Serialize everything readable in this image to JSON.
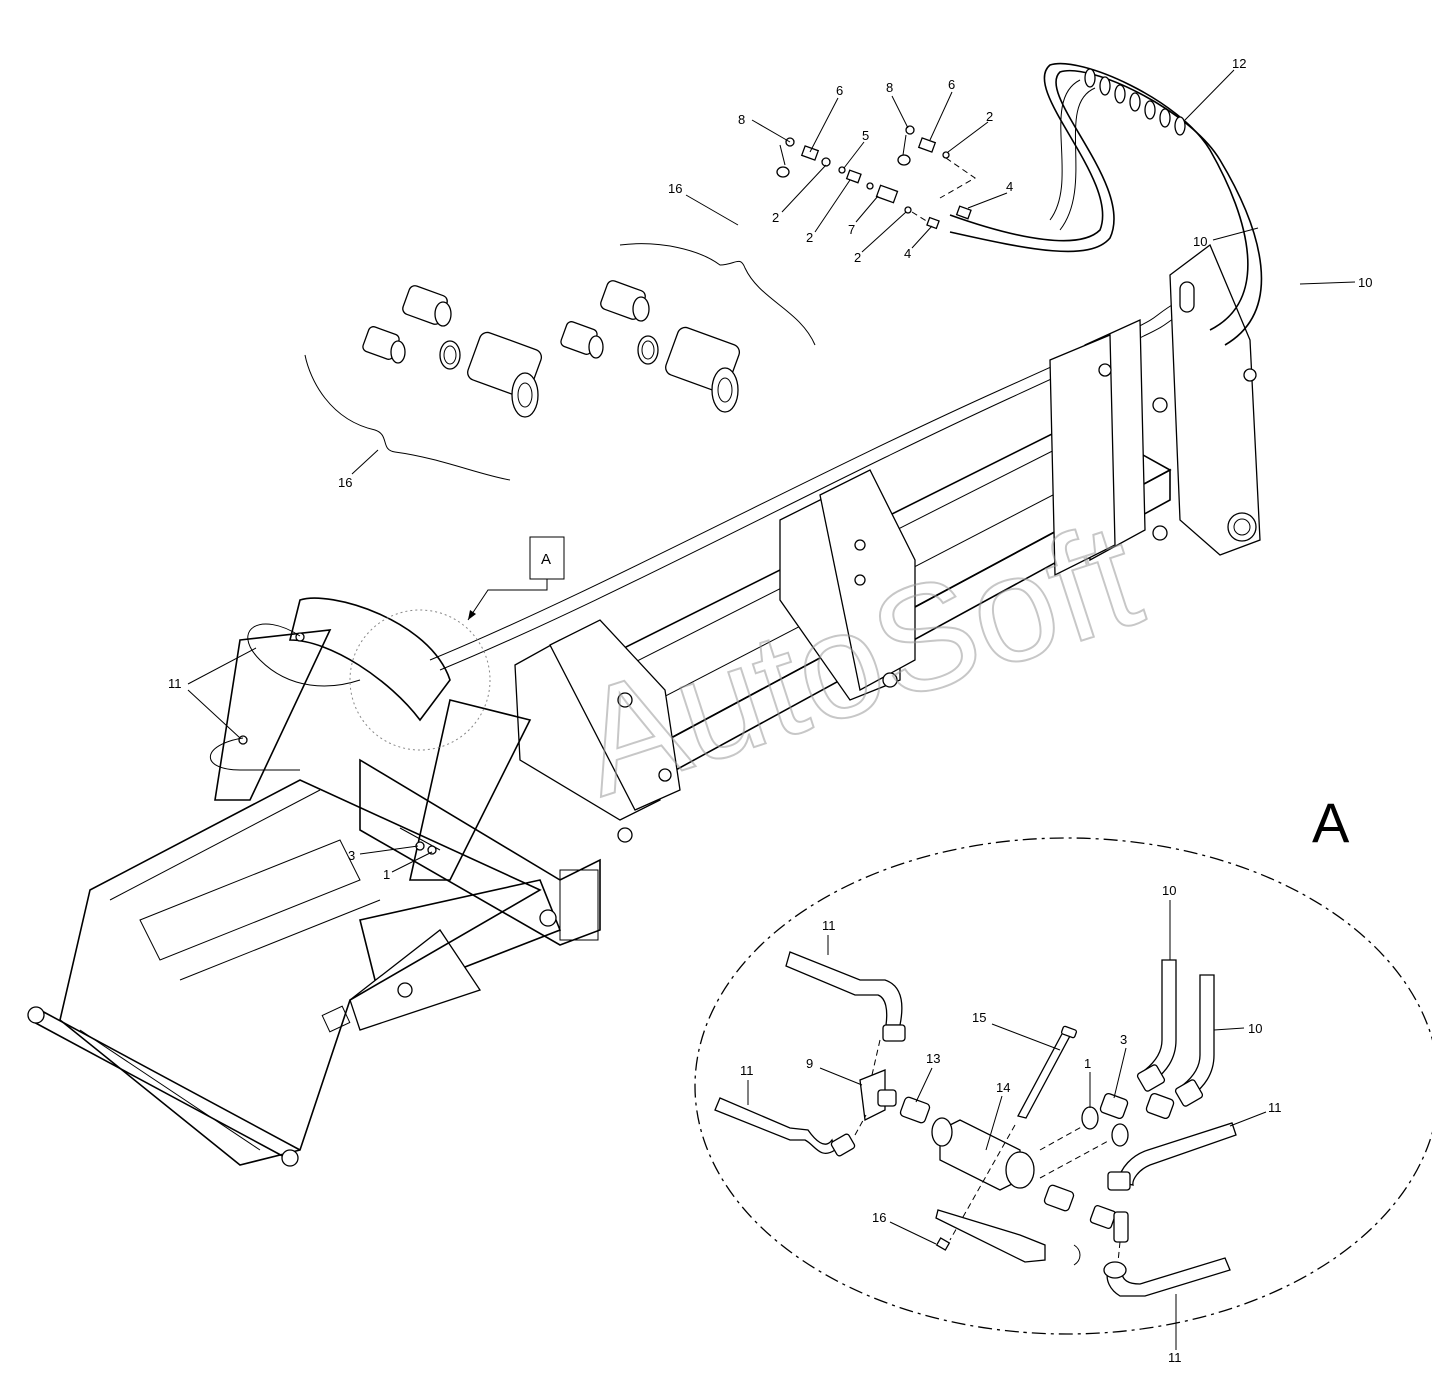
{
  "watermark": "AutoSoft",
  "detail_label": "A",
  "detail_box_label": "A",
  "labels": {
    "main": {
      "n8a": "8",
      "n6a": "6",
      "n5": "5",
      "n2a": "2",
      "n2b": "2",
      "n7": "7",
      "n2c": "2",
      "n4a": "4",
      "n8b": "8",
      "n6b": "6",
      "n2d": "2",
      "n4b": "4",
      "n12": "12",
      "n10a": "10",
      "n10b": "10",
      "n16a": "16",
      "n16b": "16",
      "n11": "11",
      "n3": "3",
      "n1": "1"
    },
    "detail": {
      "n11a": "11",
      "n9": "9",
      "n11b": "11",
      "n13": "13",
      "n15": "15",
      "n14": "14",
      "n1": "1",
      "n3": "3",
      "n10a": "10",
      "n10b": "10",
      "n11c": "11",
      "n16": "16",
      "n11d": "11"
    }
  }
}
